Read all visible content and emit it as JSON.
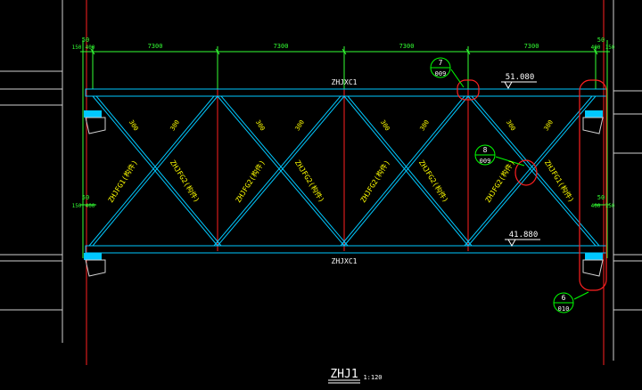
{
  "drawing": {
    "title": "ZHJ1",
    "scale": "1:120",
    "colors": {
      "background": "#000000",
      "chord": "#00c8ff",
      "diagonal": "#00c8ff",
      "axis": "#ff2020",
      "dimension": "#33ff33",
      "label": "#ffffff",
      "member_text": "#ffff00",
      "callout": "#00ff00",
      "section_mark": "#ff2020"
    }
  },
  "dimensions": {
    "bays": [
      "7300",
      "7300",
      "7300",
      "7300"
    ],
    "left_edge": [
      "50",
      "150",
      "400"
    ],
    "right_edge": [
      "50",
      "400",
      "150"
    ],
    "left_edge_lower": [
      "50",
      "150",
      "400"
    ],
    "right_edge_lower": [
      "50",
      "400",
      "150"
    ]
  },
  "chords": {
    "top_label": "ZHJXC1",
    "bottom_label": "ZHJXC1"
  },
  "elevations": {
    "top": "51.080",
    "bottom": "41.880"
  },
  "callouts": [
    {
      "num": "7",
      "sheet": "009"
    },
    {
      "num": "8",
      "sheet": "009"
    },
    {
      "num": "6",
      "sheet": "010"
    }
  ],
  "member_labels": [
    "ZHJFG1(构件)",
    "ZHJFG2(构件)",
    "ZHJFG2(构件)",
    "ZHJFG2(构件)",
    "ZHJFG2(构件)",
    "ZHJFG2(构件)",
    "ZHJFG2(构件)",
    "ZHJFG1(构件)"
  ],
  "offset_labels": [
    "300",
    "300",
    "300",
    "300",
    "300",
    "300",
    "300",
    "300"
  ]
}
